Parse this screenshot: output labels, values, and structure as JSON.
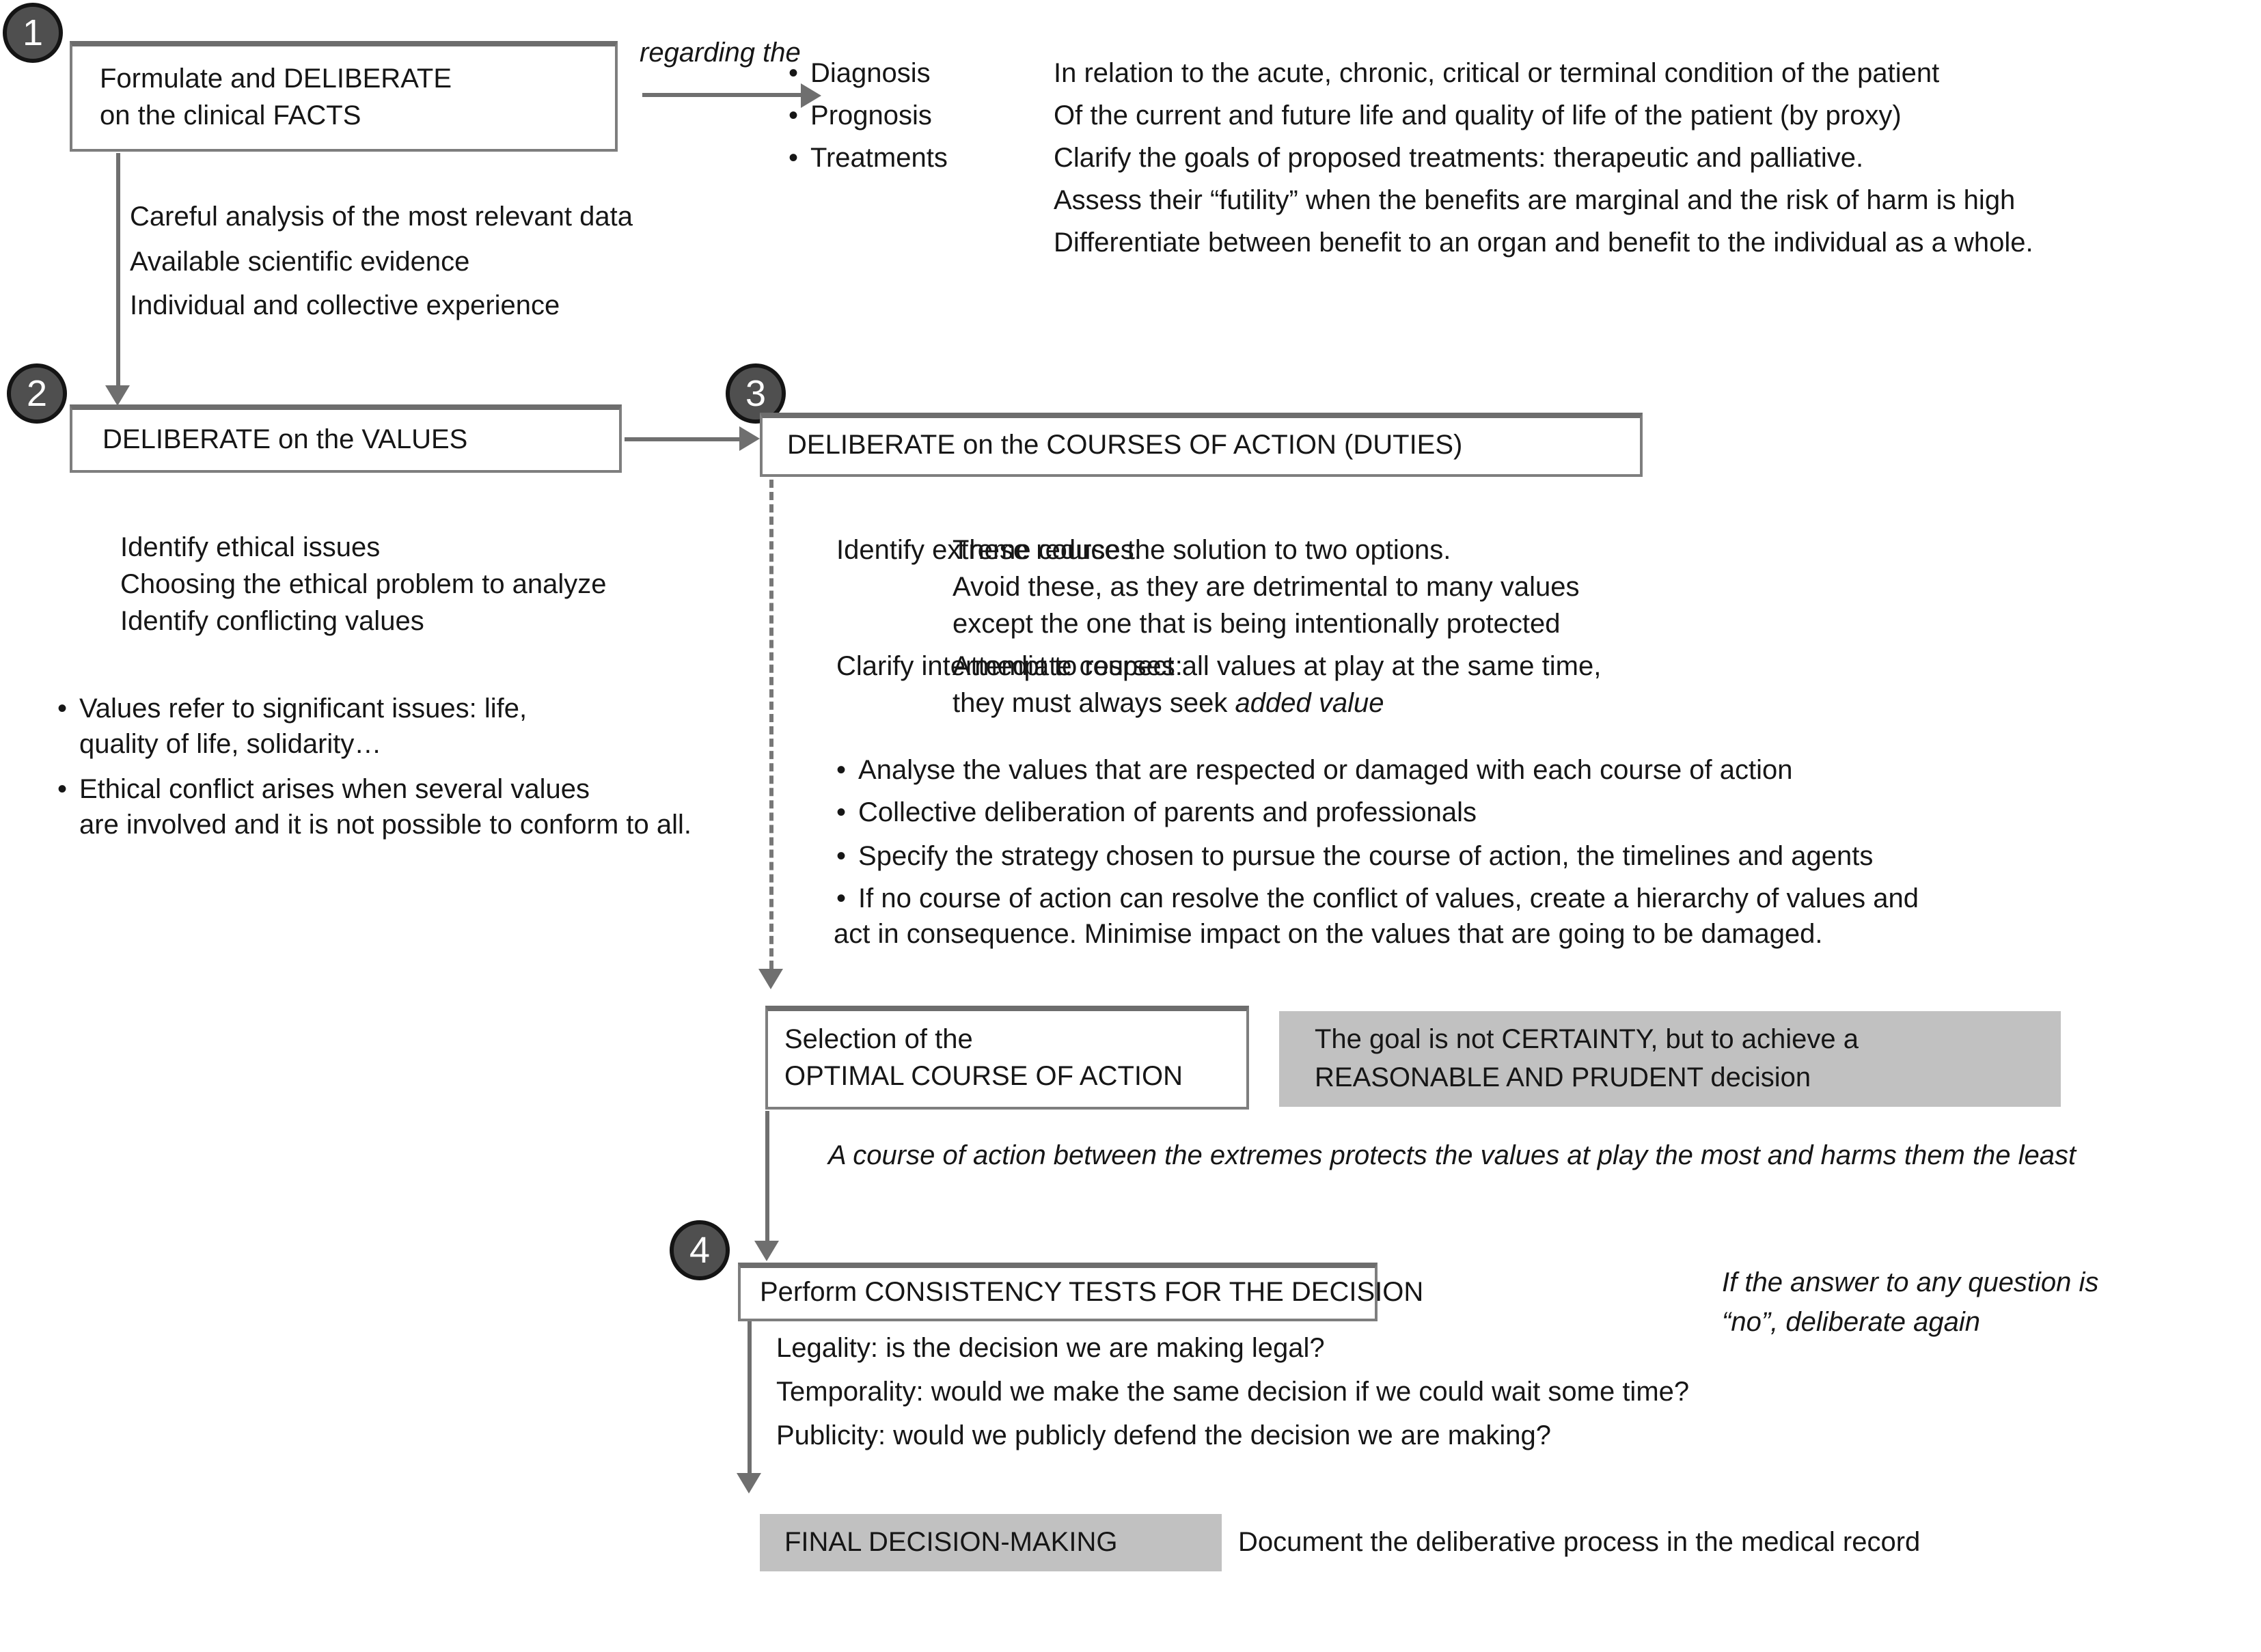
{
  "bullet_char": "•",
  "colors": {
    "circle_fill": "#4f4f4f",
    "gray_box_fill": "#c1c1c1",
    "arrow_gray": "#6f6f6f",
    "box_border_gray": "#7e7e7e",
    "text": "#161616"
  },
  "step1": {
    "number": "1",
    "box_line1": "Formulate and DELIBERATE",
    "box_line2": "on the clinical FACTS",
    "arrow_label": "regarding the",
    "aspects": [
      "Diagnosis",
      "Prognosis",
      "Treatments"
    ],
    "aspect_notes": [
      "In relation to the acute, chronic, critical or terminal condition of the patient",
      "Of the current and future life and quality of life of the patient (by proxy)",
      "Clarify the goals of proposed treatments: therapeutic and palliative.",
      "Assess their “futility” when the benefits are marginal and the risk of harm is high",
      "Differentiate between benefit to an organ and benefit to the individual as a whole."
    ],
    "facts_notes": [
      "Careful analysis of the most relevant data",
      "Available scientific evidence",
      "Individual and collective experience"
    ]
  },
  "step2": {
    "number": "2",
    "box_label": "DELIBERATE on the VALUES",
    "notes": [
      "Identify ethical issues",
      "Choosing the ethical problem to analyze",
      "Identify conflicting values"
    ],
    "bullet1_line1": "Values refer to significant issues: life,",
    "bullet1_line2": "quality of life, solidarity…",
    "bullet2_line1": "Ethical conflict arises when several values",
    "bullet2_line2": "are involved and it is not possible to conform to all."
  },
  "step3": {
    "number": "3",
    "box_label": "DELIBERATE on the COURSES OF ACTION (DUTIES)",
    "extreme_label": "Identify extreme courses:",
    "extreme_lines": [
      "These reduce the solution to two options.",
      "Avoid these, as they are detrimental to many values",
      "except the one that is being intentionally protected"
    ],
    "intermediate_label": "Clarify intermediate courses:",
    "intermediate_line1": "Attempt to respect all values at play at the same time,",
    "intermediate_line2_prefix": "they must always seek ",
    "intermediate_line2_emphasis": "added value",
    "bullets": [
      "Analyse the values that are respected or damaged with each course of action",
      "Collective deliberation of parents and professionals",
      "Specify the strategy chosen to pursue the course of action, the timelines and agents",
      "If no course of action can resolve the conflict of values, create a hierarchy of values and"
    ],
    "bullet4_line2": "act in consequence. Minimise impact on the values that are going to be damaged."
  },
  "selection": {
    "box_line1": "Selection of the",
    "box_line2": "OPTIMAL COURSE OF ACTION",
    "goal_line1": "The goal is not CERTAINTY, but to achieve a",
    "goal_line2": "REASONABLE AND PRUDENT decision",
    "note": "A course of action between the extremes protects the values at play the most and harms them the least"
  },
  "step4": {
    "number": "4",
    "box_label": "Perform CONSISTENCY TESTS FOR THE DECISION",
    "note_line1": "If the answer to any question is",
    "note_line2": "“no”, deliberate again",
    "questions": [
      "Legality: is the decision we are making legal?",
      "Temporality: would we make the same decision if we could wait some time?",
      "Publicity: would we publicly defend the decision we are making?"
    ]
  },
  "final": {
    "box_label": "FINAL DECISION-MAKING",
    "note": "Document the deliberative process in the medical record"
  }
}
